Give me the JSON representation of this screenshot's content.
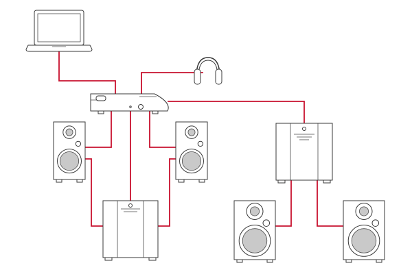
{
  "colors": {
    "cable": "#c8102e",
    "outline": "#3a3a3a",
    "cone": "#c9c9c9",
    "screen": "#ffffff"
  },
  "icons": {
    "laptop": "laptop-icon",
    "headphones": "headphones-icon",
    "controller": "preamp-controller",
    "speaker": "speaker-icon",
    "subwoofer": "subwoofer-icon",
    "amplifier": "amplifier-icon"
  },
  "devices": {
    "laptop": "laptop",
    "headphones": "headphones",
    "controller": "controller",
    "speakers": [
      "left-speaker",
      "right-speaker",
      "rear-left-speaker",
      "rear-right-speaker"
    ],
    "subwoofer": "subwoofer",
    "amplifier": "amplifier"
  }
}
